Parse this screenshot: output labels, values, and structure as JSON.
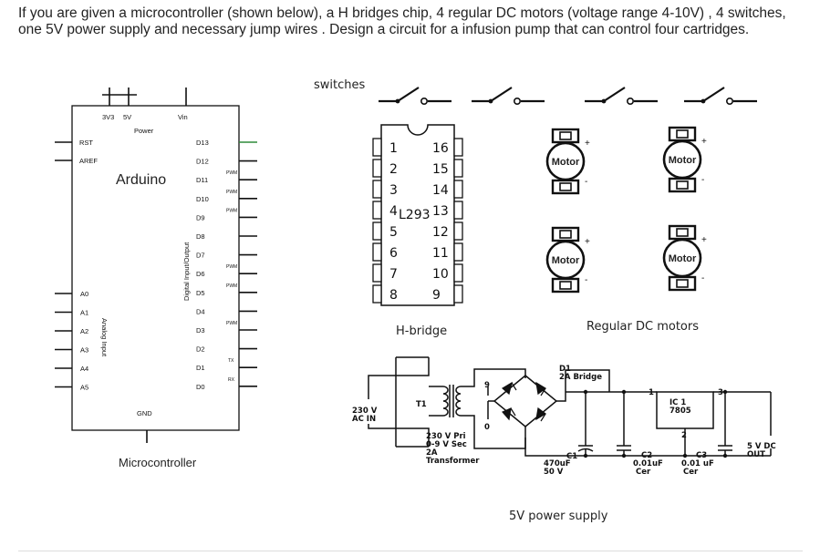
{
  "question": "If you are given a microcontroller (shown below), a H bridges chip, 4 regular DC motors (voltage range 4-10V) , 4 switches, one 5V power supply and necessary jump wires . Design a circuit for a infusion pump that can control four cartridges.",
  "arduino": {
    "name": "Arduino",
    "caption": "Microcontroller",
    "power_label": "Power",
    "top_pins": [
      "3V3",
      "5V",
      "Vin"
    ],
    "left_pins": [
      "RST",
      "AREF"
    ],
    "analog_pins": [
      "A0",
      "A1",
      "A2",
      "A3",
      "A4",
      "A5"
    ],
    "analog_label": "Analog Input",
    "digital_label": "Digital Input/Output",
    "digital_pins": [
      "D13",
      "D12",
      "D11",
      "D10",
      "D9",
      "D8",
      "D7",
      "D6",
      "D5",
      "D4",
      "D3",
      "D2",
      "D1",
      "D0"
    ],
    "pwm_label": "PWM",
    "tx_label": "TX",
    "rx_label": "RX",
    "gnd_label": "GND"
  },
  "switches": {
    "label": "switches"
  },
  "hbridge": {
    "chip": "L293",
    "caption": "H-bridge",
    "left_pins": [
      "1",
      "2",
      "3",
      "4",
      "5",
      "6",
      "7",
      "8"
    ],
    "right_pins": [
      "16",
      "15",
      "14",
      "13",
      "12",
      "11",
      "10",
      "9"
    ]
  },
  "motors": {
    "label": "Motor",
    "caption": "Regular DC motors",
    "plus": "+",
    "minus": "-"
  },
  "power_supply": {
    "caption": "5V power supply",
    "ac_in": [
      "230 V",
      "AC IN"
    ],
    "t1": "T1",
    "transformer": [
      "230 V Pri",
      "0-9 V Sec",
      "2A",
      "Transformer"
    ],
    "tap_9": "9",
    "tap_0": "0",
    "d1": [
      "D1",
      "2A Bridge"
    ],
    "ic": [
      "IC 1",
      "7805"
    ],
    "ic_pins": [
      "1",
      "2",
      "3"
    ],
    "c1": [
      "C1",
      "470uF",
      "50 V"
    ],
    "c2": [
      "C2",
      "0.01uF",
      "Cer"
    ],
    "c3": [
      "C3",
      "0.01 uF",
      "Cer"
    ],
    "out": [
      "5 V DC",
      "OUT"
    ]
  }
}
